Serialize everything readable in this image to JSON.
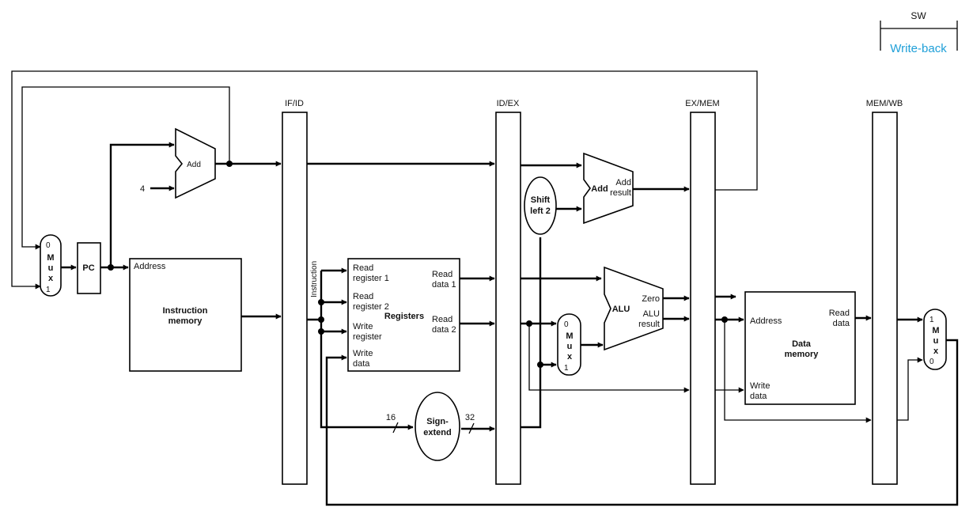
{
  "stage_indicator": {
    "instruction": "SW",
    "stage": "Write-back",
    "stage_color": "#1e9fd8"
  },
  "pipeline_registers": [
    "IF/ID",
    "ID/EX",
    "EX/MEM",
    "MEM/WB"
  ],
  "constant_four": "4",
  "pc": {
    "label": "PC"
  },
  "pc_adder": {
    "label": "Add"
  },
  "pc_mux": {
    "top": "0",
    "letters": [
      "M",
      "u",
      "x"
    ],
    "bottom": "1"
  },
  "instruction_memory": {
    "address": "Address",
    "title_line1": "Instruction",
    "title_line2": "memory"
  },
  "instruction_wire_label": "Instruction",
  "registers": {
    "title": "Registers",
    "read_register_1": [
      "Read",
      "register 1"
    ],
    "read_register_2": [
      "Read",
      "register 2"
    ],
    "write_register": [
      "Write",
      "register"
    ],
    "write_data": [
      "Write",
      "data"
    ],
    "read_data_1": [
      "Read",
      "data 1"
    ],
    "read_data_2": [
      "Read",
      "data 2"
    ]
  },
  "sign_extend": {
    "line1": "Sign-",
    "line2": "extend",
    "in_width": "16",
    "out_width": "32"
  },
  "shift_left": {
    "line1": "Shift",
    "line2": "left 2"
  },
  "branch_adder": {
    "label": "Add",
    "result_line1": "Add",
    "result_line2": "result"
  },
  "alu_mux": {
    "top": "0",
    "letters": [
      "M",
      "u",
      "x"
    ],
    "bottom": "1"
  },
  "alu": {
    "label": "ALU",
    "zero": "Zero",
    "result_line1": "ALU",
    "result_line2": "result"
  },
  "data_memory": {
    "address": "Address",
    "read_line1": "Read",
    "read_line2": "data",
    "title_line1": "Data",
    "title_line2": "memory",
    "write_line1": "Write",
    "write_line2": "data"
  },
  "wb_mux": {
    "top": "1",
    "letters": [
      "M",
      "u",
      "x"
    ],
    "bottom": "0"
  }
}
